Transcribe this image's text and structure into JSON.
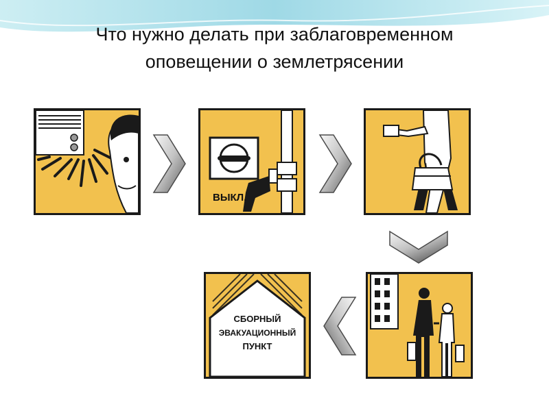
{
  "slide": {
    "title_line1": "Что нужно делать при заблаговременном",
    "title_line2": "оповещении о землетрясении"
  },
  "steps": [
    {
      "icon": "alarm-speaker-listener-icon"
    },
    {
      "icon": "switch-off-utilities-icon",
      "label": "ВЫКЛ."
    },
    {
      "icon": "person-with-bag-and-documents-icon"
    },
    {
      "icon": "family-leaving-building-icon"
    },
    {
      "icon": "assembly-point-sign-icon",
      "sign_line1": "СБОРНЫЙ",
      "sign_line2": "ЭВАКУАЦИОННЫЙ",
      "sign_line3": "ПУНКТ"
    }
  ],
  "colors": {
    "panel_fill": "#f2c14e",
    "panel_border": "#1a1a1a",
    "arrow_light": "#f2f2f2",
    "arrow_dark": "#6f6f6f",
    "wave": "#aee0ea"
  }
}
